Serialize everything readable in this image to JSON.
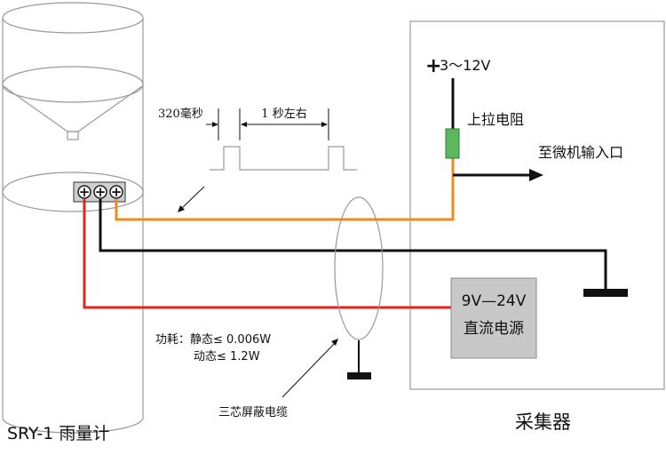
{
  "gauge": {
    "name": "SRY-1 雨量计",
    "terminals": [
      "+",
      "+",
      "+"
    ]
  },
  "collector": {
    "name": "采集器",
    "supply_voltage": "3～12V",
    "supply_plus": "+",
    "pullup_label": "上拉电阻",
    "output_label": "至微机输入口"
  },
  "power_supply": {
    "line1": "9V—24V",
    "line2": "直流电源"
  },
  "pulse": {
    "width_label": "320毫秒",
    "period_label": "1 秒左右"
  },
  "power_consumption": {
    "line1": "功耗：静态≤ 0.006W",
    "line2": "动态≤ 1.2W"
  },
  "cable_label": "三芯屏蔽电缆",
  "colors": {
    "signal_wire": "#f08a1c",
    "ground_wire": "#111111",
    "power_wire": "#e0251b",
    "resistor": "#5cb85c",
    "supply_box": "#c8c8c8",
    "outline": "#9a9a9a"
  }
}
